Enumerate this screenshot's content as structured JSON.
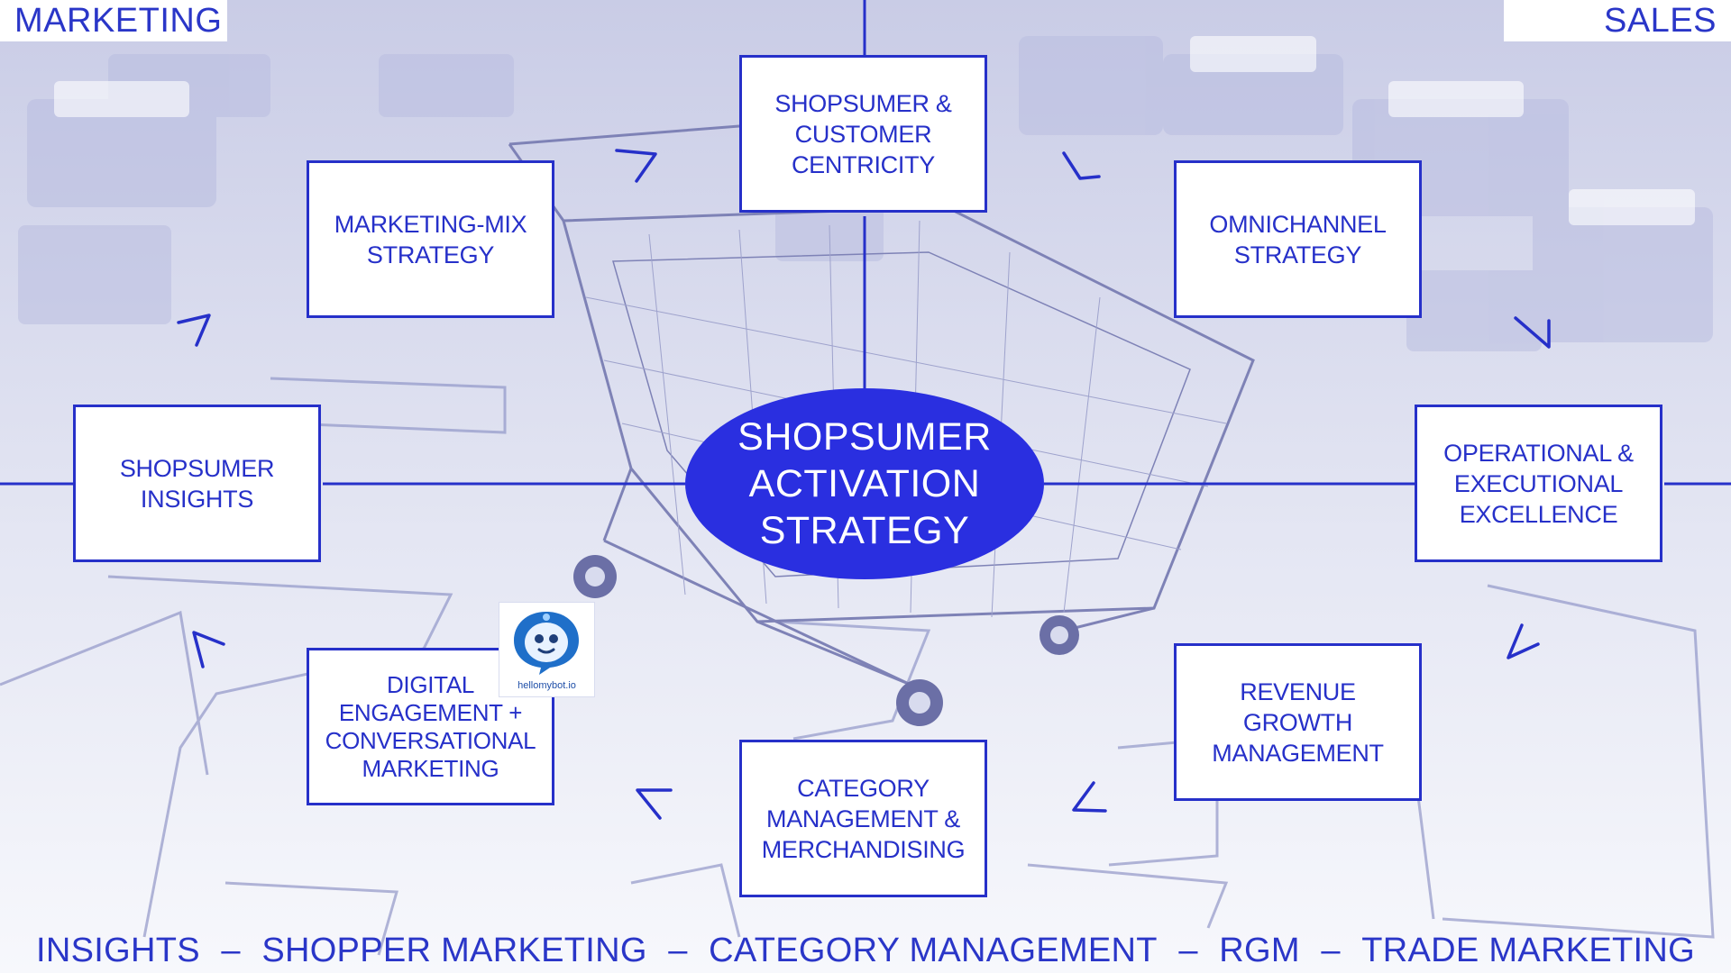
{
  "corners": {
    "left": "MARKETING",
    "right": "SALES"
  },
  "center": {
    "lines": [
      "SHOPSUMER",
      "ACTIVATION",
      "STRATEGY"
    ]
  },
  "boxes": [
    {
      "id": "top",
      "lines": [
        "SHOPSUMER &",
        "CUSTOMER",
        "CENTRICITY"
      ]
    },
    {
      "id": "upper-right",
      "lines": [
        "OMNICHANNEL",
        "STRATEGY"
      ]
    },
    {
      "id": "right",
      "lines": [
        "OPERATIONAL &",
        "EXECUTIONAL",
        "EXCELLENCE"
      ]
    },
    {
      "id": "lower-right",
      "lines": [
        "REVENUE",
        "GROWTH",
        "MANAGEMENT"
      ]
    },
    {
      "id": "bottom",
      "lines": [
        "CATEGORY",
        "MANAGEMENT &",
        "MERCHANDISING"
      ]
    },
    {
      "id": "lower-left",
      "lines": [
        "DIGITAL",
        "ENGAGEMENT +",
        "CONVERSATIONAL",
        "MARKETING"
      ]
    },
    {
      "id": "left",
      "lines": [
        "SHOPSUMER",
        "INSIGHTS"
      ]
    },
    {
      "id": "upper-left",
      "lines": [
        "MARKETING-MIX",
        "STRATEGY"
      ]
    }
  ],
  "logo": {
    "text": "hellomybot.io"
  },
  "bottom_bar": {
    "items": [
      "INSIGHTS",
      "SHOPPER MARKETING",
      "CATEGORY MANAGEMENT",
      "RGM",
      "TRADE MARKETING"
    ],
    "separator": "–"
  },
  "colors": {
    "accent": "#2630c9",
    "ellipse": "#2a2fe0",
    "background": "#eef0f8"
  },
  "icons": [
    "shopping-cart-illustration",
    "chatbot-robot-icon",
    "chevron-arrow-icon"
  ]
}
